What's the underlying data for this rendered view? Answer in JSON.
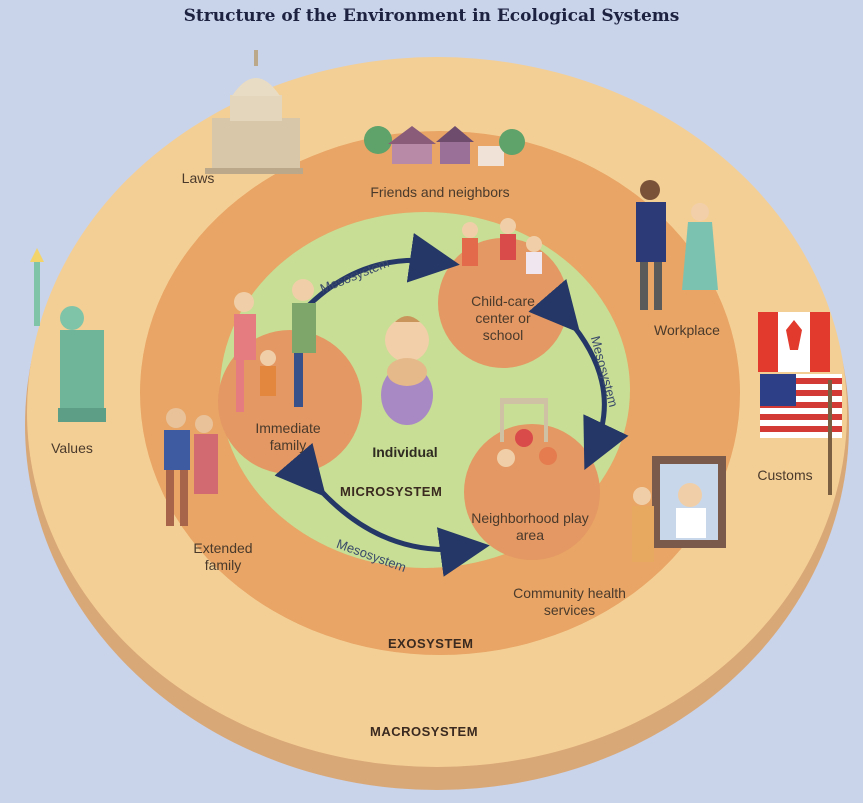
{
  "title": "Structure of the Environment in Ecological Systems",
  "labels": {
    "laws": "Laws",
    "values": "Values",
    "customs": "Customs",
    "friends_neighbors": "Friends and neighbors",
    "workplace": "Workplace",
    "extended_family": "Extended family",
    "community_health": "Community health services",
    "immediate_family": "Immediate family",
    "child_care": "Child-care center or school",
    "neighborhood_play": "Neighborhood play area",
    "individual": "Individual"
  },
  "systems": {
    "microsystem": "MICROSYSTEM",
    "exosystem": "EXOSYSTEM",
    "macrosystem": "MACROSYSTEM"
  },
  "arrows": {
    "mesosystem_top": "Mesosystem",
    "mesosystem_right": "Mesosystem",
    "mesosystem_bottom": "Mesosystem"
  },
  "colors": {
    "background": "#c9d3ea",
    "macrosystem": "#f4cf95",
    "exosystem": "#e8a565",
    "microsystem": "#c7de94",
    "setting_circle": "#e49863",
    "arrow": "#243766"
  }
}
